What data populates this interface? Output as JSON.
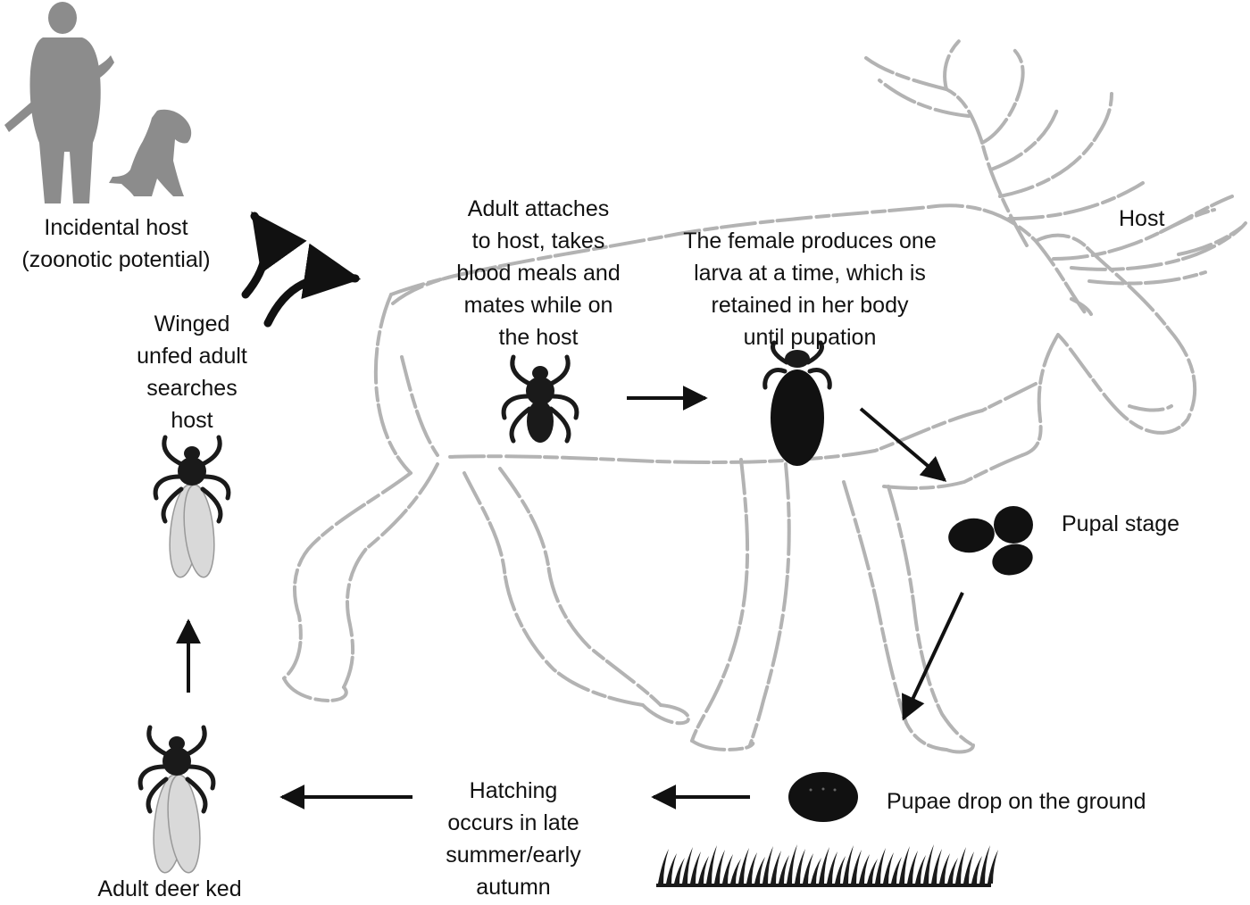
{
  "labels": {
    "incidental_host": [
      "Incidental host",
      "(zoonotic potential)"
    ],
    "winged_adult": [
      "Winged",
      "unfed adult",
      "searches",
      "host"
    ],
    "adult_attaches": [
      "Adult attaches",
      "to host, takes",
      "blood meals and",
      "mates while on",
      "the host"
    ],
    "female_produces": [
      "The female produces one",
      "larva at a time, which is",
      "retained in her body",
      "until pupation"
    ],
    "host": "Host",
    "pupal_stage": "Pupal stage",
    "pupae_drop": "Pupae drop on the ground",
    "hatching": [
      "Hatching",
      "occurs in late",
      "summer/early",
      "autumn"
    ],
    "adult_deer_ked": "Adult deer ked"
  },
  "colors": {
    "text": "#111111",
    "arrow": "#111111",
    "moose_outline": "#b3b3b3",
    "human_dog_silhouette": "#8c8c8c",
    "insect": "#1a1a1a",
    "wing": "#d9d9d9"
  },
  "icons": [
    "human-silhouette-icon",
    "dog-silhouette-icon",
    "moose-outline-icon",
    "winged-deer-ked-icon",
    "attached-deer-ked-icon",
    "gravid-female-ked-icon",
    "pupae-cluster-icon",
    "pupa-icon",
    "grass-icon"
  ]
}
